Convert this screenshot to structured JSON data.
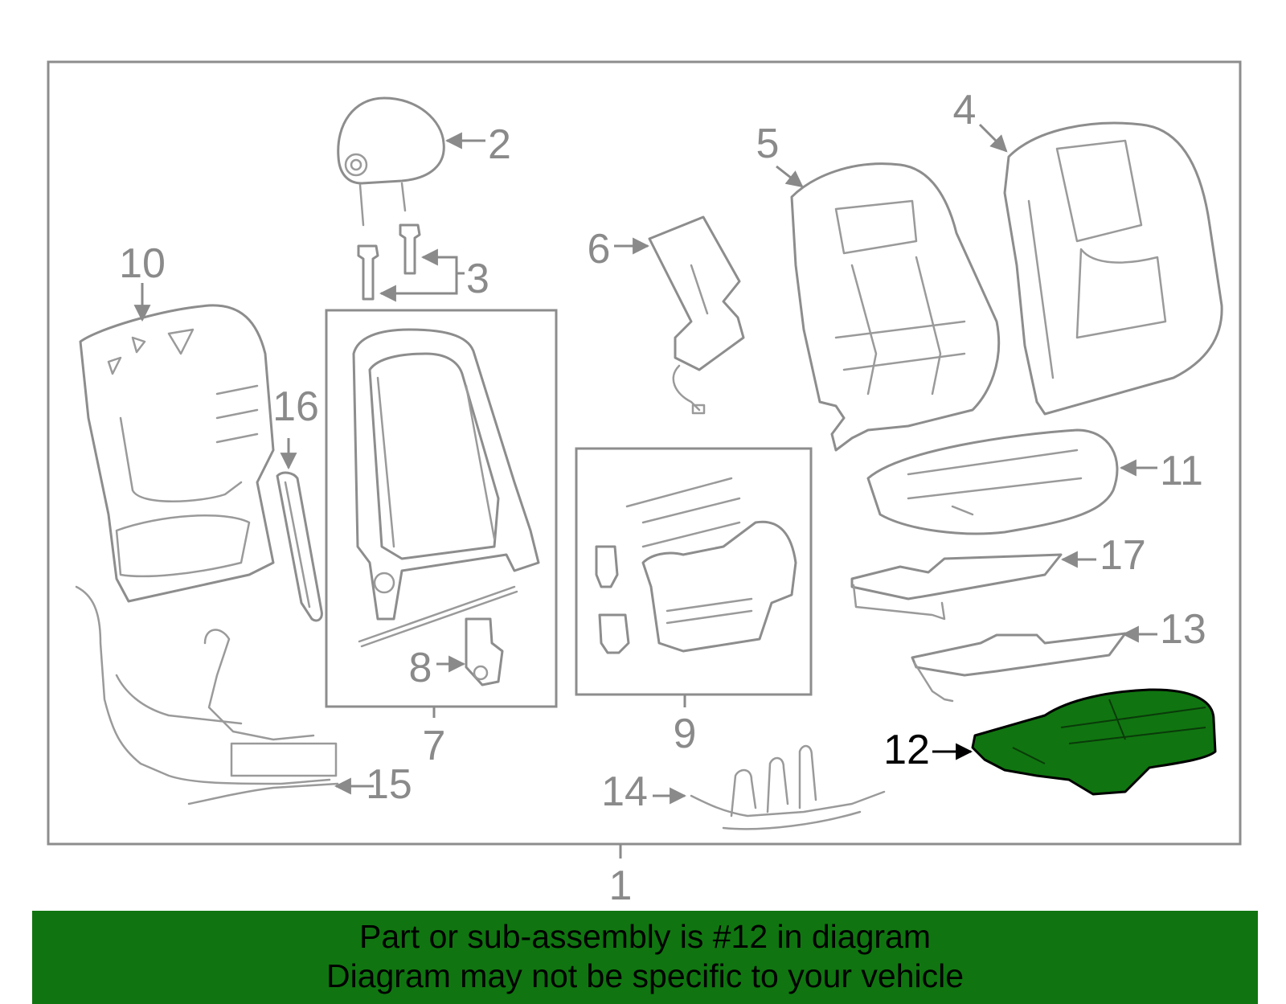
{
  "diagram": {
    "highlighted_part": "12",
    "highlight_color": "#107510",
    "line_color": "#8a8a8a",
    "callouts": {
      "p1": "1",
      "p2": "2",
      "p3": "3",
      "p4": "4",
      "p5": "5",
      "p6": "6",
      "p7": "7",
      "p8": "8",
      "p9": "9",
      "p10": "10",
      "p11": "11",
      "p12": "12",
      "p13": "13",
      "p14": "14",
      "p15": "15",
      "p16": "16",
      "p17": "17"
    }
  },
  "banner": {
    "line1": "Part or sub-assembly is #12 in diagram",
    "line2": "Diagram may not be specific to your vehicle",
    "background_color": "#107510"
  }
}
